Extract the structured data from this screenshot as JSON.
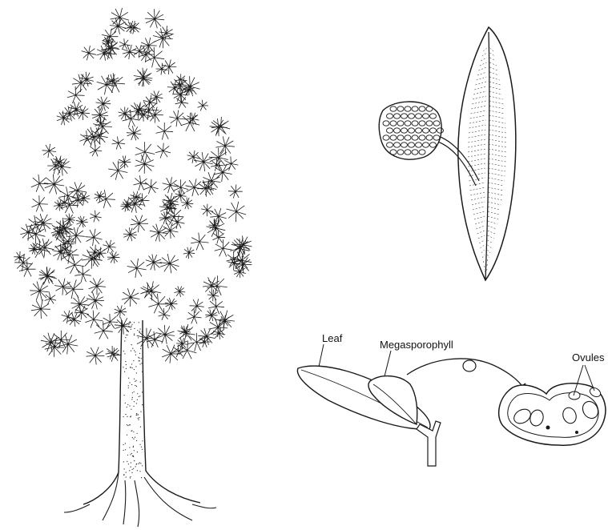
{
  "figure": {
    "labels": {
      "leaf": "Leaf",
      "megasporophyll": "Megasporophyll",
      "ovules": "Ovules"
    }
  },
  "colors": {
    "ink": "#1a1a1a",
    "background": "#ffffff"
  },
  "icons": {
    "tree": "tree-illustration",
    "leaf_with_cone": "leaf-with-cone-illustration",
    "sporophyll": "megasporophyll-illustration",
    "cross_section": "cross-section-illustration",
    "arrow": "curved-arrow-icon"
  }
}
